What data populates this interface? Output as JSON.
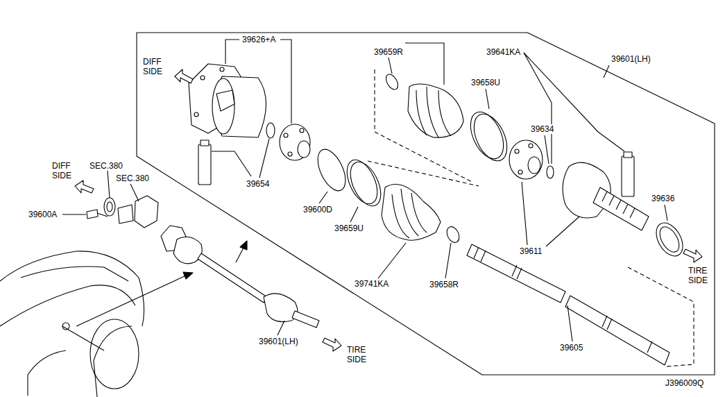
{
  "diagram": {
    "labels": [
      "39626+A",
      "DIFF SIDE",
      "39659R",
      "39641KA",
      "39601(LH)",
      "39658U",
      "39634",
      "DIFF SIDE",
      "SEC.380",
      "SEC.380",
      "39654",
      "39600D",
      "39659U",
      "39636",
      "39600A",
      "39658R",
      "39611",
      "39741KA",
      "TIRE SIDE",
      "39601(LH)",
      "TIRE SIDE",
      "39605",
      "J396009Q"
    ]
  }
}
